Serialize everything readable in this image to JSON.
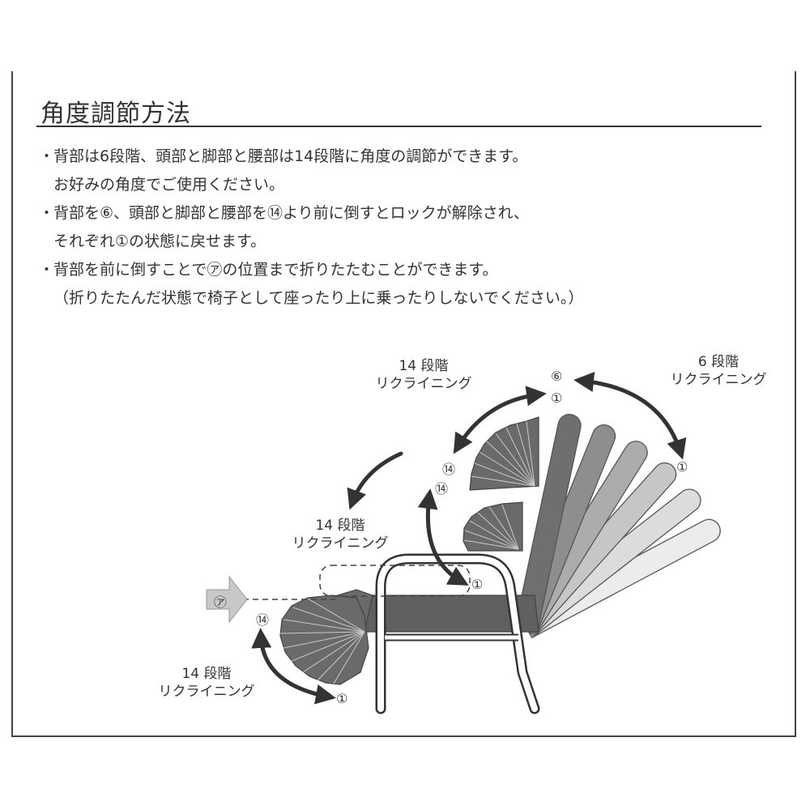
{
  "heading": "角度調節方法",
  "bullets": [
    {
      "bullet": "・",
      "lines": [
        "背部は6段階、頭部と脚部と腰部は14段階に角度の調節ができます。",
        "お好みの角度でご使用ください。"
      ]
    },
    {
      "bullet": "・",
      "lines": [
        "背部を⑥、頭部と脚部と腰部を⑭より前に倒すとロックが解除され、",
        "それぞれ①の状態に戻せます。"
      ]
    },
    {
      "bullet": "・",
      "lines": [
        "背部を前に倒すことで㋐の位置まで折りたたむことができます。",
        "（折りたたんだ状態で椅子として座ったり上に乗ったりしないでください。）"
      ]
    }
  ],
  "diagram": {
    "labels": {
      "head": {
        "steps": "14 段階",
        "text": "リクライニング"
      },
      "back": {
        "steps": "6 段階",
        "text": "リクライニング"
      },
      "waist": {
        "steps": "14 段階",
        "text": "リクライニング"
      },
      "leg": {
        "steps": "14 段階",
        "text": "リクライニング"
      }
    },
    "markers": {
      "head_top": "⑥",
      "head_bottom": "①",
      "back_end": "①",
      "head_fourteen": "⑭",
      "waist_fourteen": "⑭",
      "waist_one": "①",
      "leg_fourteen": "⑭",
      "leg_one": "①",
      "fold_mark": "㋐"
    },
    "colors": {
      "fabric_dark": "#5f5f5f",
      "fabric_mid": "#9a9a9a",
      "fabric_light": "#d4d4d4",
      "frame": "#ffffff",
      "line": "#333333",
      "arrow_fill": "#c8c8c8"
    }
  }
}
